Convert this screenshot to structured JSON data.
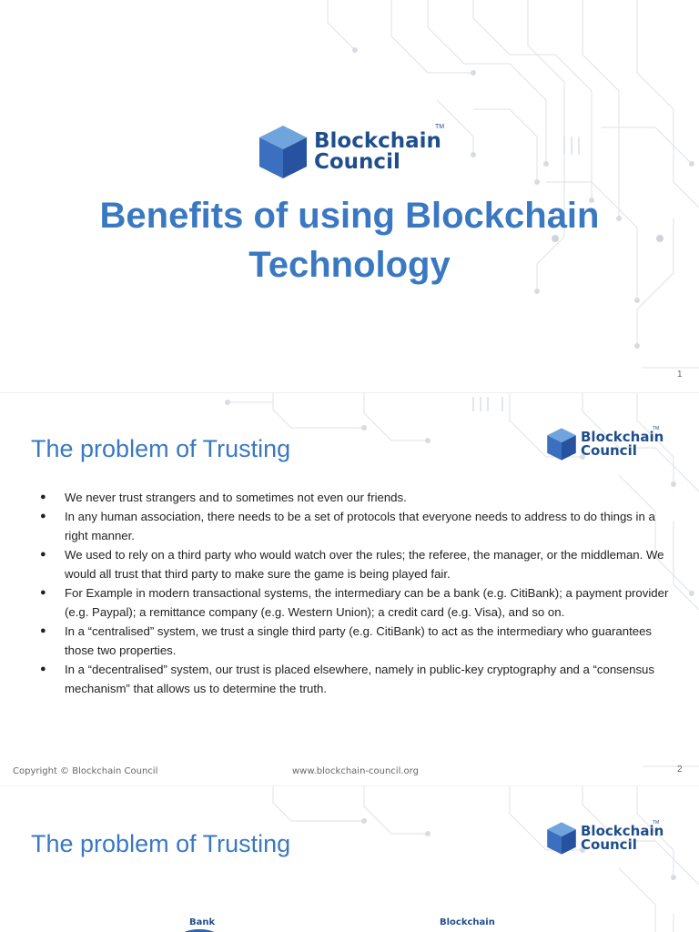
{
  "slides": [
    {
      "logo": {
        "line1": "Blockchain",
        "line2": "Council",
        "tm": "TM"
      },
      "title_line1": "Benefits of using Blockchain",
      "title_line2": "Technology",
      "page_number": "1"
    },
    {
      "title": "The problem of Trusting",
      "logo": {
        "line1": "Blockchain",
        "line2": "Council",
        "tm": "TM"
      },
      "bullet_marker": "●",
      "bullets": [
        "We never trust strangers and to sometimes not even our friends.",
        "In any human association, there needs to be a set of protocols that everyone needs to address to do things in a right manner.",
        "We used to rely on a third party who would watch over the rules; the referee, the manager, or the middleman. We would all trust that third party to make sure the game is being played fair.",
        "For Example in modern transactional systems, the intermediary can be a bank (e.g. CitiBank); a payment provider (e.g. Paypal); a remittance company (e.g. Western Union); a credit card (e.g. Visa), and so on.",
        "In a “centralised” system, we trust a single third party (e.g. CitiBank) to act as the intermediary who guarantees those two properties.",
        "In a “decentralised” system, our trust is placed elsewhere, namely in public-key cryptography and a “consensus mechanism” that allows us to determine the truth."
      ],
      "footer_copyright": "Copyright © Blockchain Council",
      "footer_url": "www.blockchain-council.org",
      "page_number": "2"
    },
    {
      "title": "The problem of Trusting",
      "logo": {
        "line1": "Blockchain",
        "line2": "Council",
        "tm": "TM"
      },
      "diagram_labels": {
        "left": "Bank",
        "right": "Blockchain"
      }
    }
  ],
  "colors": {
    "accent": "#3a79c1",
    "logo_blue": "#1f4e8c",
    "cube_top": "#6fa4dc",
    "cube_left": "#3b6fc0",
    "cube_right": "#2652a0",
    "circuit": "#e3e6ea"
  },
  "icons": {
    "logo": "blue-cube-icon",
    "bullet": "filled-circle"
  }
}
